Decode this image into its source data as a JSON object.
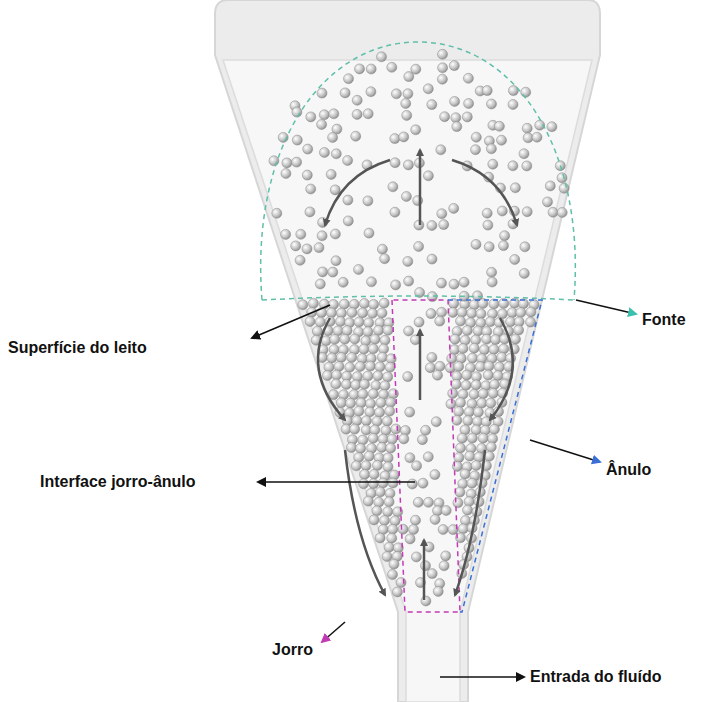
{
  "diagram": {
    "labels": [
      "Fonte",
      "Superfície do leito",
      "Interface jorro-ânulo",
      "Ânulo",
      "Jorro",
      "Entrada do fluído"
    ]
  }
}
